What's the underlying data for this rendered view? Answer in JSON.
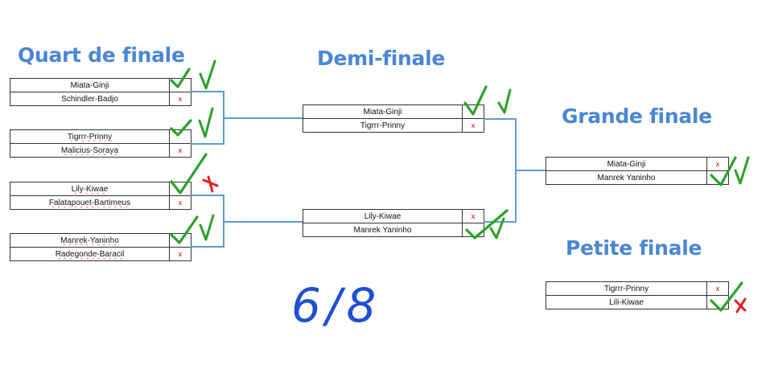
{
  "rounds": {
    "quarter": {
      "title": "Quart de finale",
      "matches": [
        {
          "team1": "Miata-Ginji",
          "score1": "",
          "team2": "Schindler-Badjo",
          "score2": "x"
        },
        {
          "team1": "Tigrrr-Prinny",
          "score1": "",
          "team2": "Malicius-Soraya",
          "score2": "x"
        },
        {
          "team1": "Lily-Kiwae",
          "score1": "",
          "team2": "Falatapouet-Bartimeus",
          "score2": "x"
        },
        {
          "team1": "Manrek-Yaninho",
          "score1": "",
          "team2": "Radegonde-Baracil",
          "score2": "x"
        }
      ]
    },
    "semi": {
      "title": "Demi-finale",
      "matches": [
        {
          "team1": "Miata-Ginji",
          "score1": "",
          "team2": "Tigrrr-Prinny",
          "score2": "x"
        },
        {
          "team1": "Lily-Kiwae",
          "score1": "x",
          "team2": "Manrek Yaninho",
          "score2": ""
        }
      ]
    },
    "final": {
      "title": "Grande finale",
      "match": {
        "team1": "Miata-Ginji",
        "score1": "x",
        "team2": "Manrek Yaninho",
        "score2": ""
      }
    },
    "third_place": {
      "title": "Petite finale",
      "match": {
        "team1": "Tigrrr-Prinny",
        "score1": "x",
        "team2": "Lili-Kiwae",
        "score2": ""
      }
    }
  },
  "handwritten_score": "6/8",
  "colors": {
    "title": "#4a86d4",
    "connector": "#5b9bd5",
    "check": "#2aa12a",
    "cross": "#e0201c",
    "ink_blue": "#1f4fd1"
  }
}
